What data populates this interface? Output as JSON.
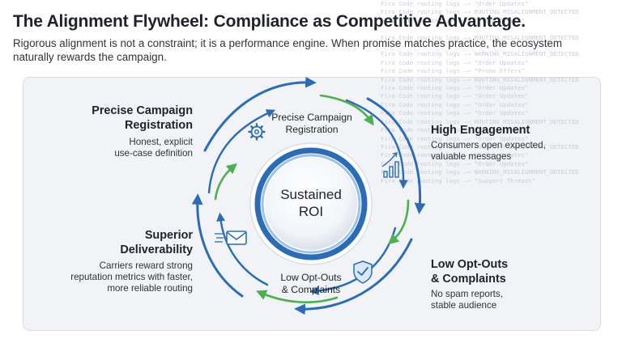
{
  "title": "The Alignment Flywheel: Compliance as Competitive Advantage.",
  "subtitle": "Rigorous alignment is not a constraint; it is a performance engine. When promise matches practice, the ecosystem naturally rewards the campaign.",
  "background_logs": [
    "Fira Code routing logs —→ \"Order Updates\"",
    "Fira Code routing logs —→ ROUTING_MISALIGNMENT_DETECTED",
    "Fira Code routing logs —→ \"Promo Offers\"",
    "",
    "Fira Code routing logs —→ ROUTING_MISALIGNMENT_DETECTED",
    "",
    "Fira Code routing logs —→ WARNING_MISALIGNMENT_DETECTED",
    "Fira Code routing logs —→ \"Order Updates\"",
    "Fira Code routing logs —→ \"Promo Offers\"",
    "Fira Code routing logs —→ ROUTING_MISALIGNMENT_DETECTED",
    "Fira Code routing logs —→ \"Order Updates\"",
    "Fira Code routing logs —→ \"Order Updates\"",
    "Fira Code routing logs —→ \"Order Updates\"",
    "Fira Code routing logs —→ \"Order Updates\"",
    "Fira Code routing logs —→ ROUTING_MISALIGNMENT_DETECTED",
    "Fira Code routing logs —→ \"Promo Offers\"",
    "Fira Code routing logs —→ \"Order Updates\"",
    "Fira Code routing logs —→ ROUTING_MISALIGNMENT_DETECTED",
    "Fira Code routing logs —→ \"Order Updates\"",
    "Fira Code routing logs —→ \"Order Updates\"",
    "Fira Code routing logs —→ WARNING_MISALIGNMENT_DETECTED",
    "Fira Code routing logs —→ \"Support Threads\""
  ],
  "center": {
    "line1": "Sustained",
    "line2": "ROI"
  },
  "stages": {
    "registration": {
      "title_line1": "Precise Campaign",
      "title_line2": "Registration",
      "desc_line1": "Honest, explicit",
      "desc_line2": "use-case definition",
      "inner_line1": "Precise Campaign",
      "inner_line2": "Registration",
      "icon": "gear-icon"
    },
    "engagement": {
      "title": "High Engagement",
      "desc_line1": "Consumers open expected,",
      "desc_line2": "valuable messages",
      "icon": "bar-chart-icon"
    },
    "optouts": {
      "title_line1": "Low Opt-Outs",
      "title_line2": "& Complaints",
      "desc_line1": "No spam reports,",
      "desc_line2": "stable audience",
      "inner_line1": "Low Opt-Outs",
      "inner_line2": "& Complaints",
      "icon": "shield-check-icon"
    },
    "deliverability": {
      "title_line1": "Superior",
      "title_line2": "Deliverability",
      "desc_line1": "Carriers reward strong",
      "desc_line2": "reputation metrics with faster,",
      "desc_line3": "more reliable routing",
      "icon": "envelope-icon"
    }
  },
  "colors": {
    "blue": "#2b6cb8",
    "green": "#4caf50",
    "panel": "#f1f3f6",
    "text": "#1f2329"
  }
}
